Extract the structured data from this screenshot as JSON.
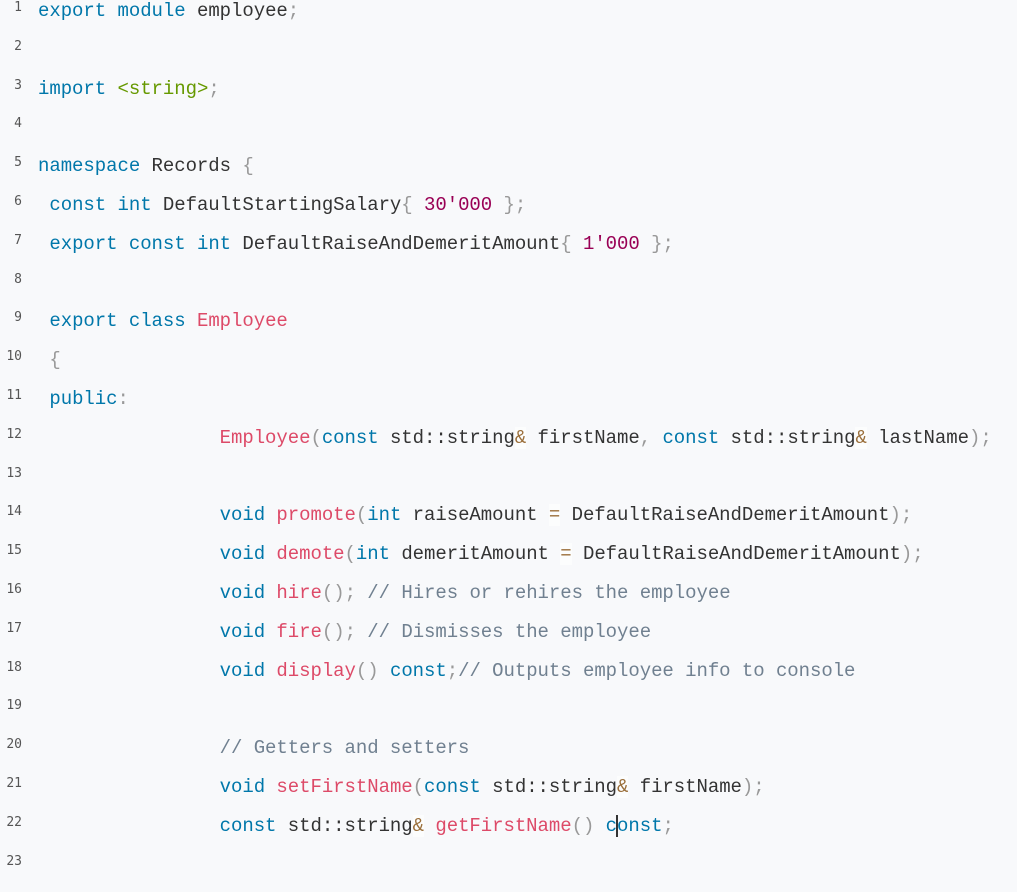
{
  "editor": {
    "cursor_line": 22,
    "lines": [
      {
        "n": "1",
        "indent": 0,
        "tokens": [
          [
            "k",
            "export"
          ],
          [
            "t",
            " "
          ],
          [
            "k",
            "module"
          ],
          [
            "t",
            " employee"
          ],
          [
            "p",
            ";"
          ]
        ]
      },
      {
        "n": "2",
        "indent": 0,
        "tokens": []
      },
      {
        "n": "3",
        "indent": 0,
        "tokens": [
          [
            "k",
            "import"
          ],
          [
            "t",
            " "
          ],
          [
            "s",
            "<string>"
          ],
          [
            "p",
            ";"
          ]
        ]
      },
      {
        "n": "4",
        "indent": 0,
        "tokens": []
      },
      {
        "n": "5",
        "indent": 0,
        "tokens": [
          [
            "k",
            "namespace"
          ],
          [
            "t",
            " Records "
          ],
          [
            "p",
            "{"
          ]
        ]
      },
      {
        "n": "6",
        "indent": 1,
        "tokens": [
          [
            "k",
            "const"
          ],
          [
            "t",
            " "
          ],
          [
            "k",
            "int"
          ],
          [
            "t",
            " DefaultStartingSalary"
          ],
          [
            "p",
            "{"
          ],
          [
            "t",
            " "
          ],
          [
            "n",
            "30'000"
          ],
          [
            "t",
            " "
          ],
          [
            "p",
            "}"
          ],
          [
            "p",
            ";"
          ]
        ]
      },
      {
        "n": "7",
        "indent": 1,
        "tokens": [
          [
            "k",
            "export"
          ],
          [
            "t",
            " "
          ],
          [
            "k",
            "const"
          ],
          [
            "t",
            " "
          ],
          [
            "k",
            "int"
          ],
          [
            "t",
            " DefaultRaiseAndDemeritAmount"
          ],
          [
            "p",
            "{"
          ],
          [
            "t",
            " "
          ],
          [
            "n",
            "1'000"
          ],
          [
            "t",
            " "
          ],
          [
            "p",
            "}"
          ],
          [
            "p",
            ";"
          ]
        ]
      },
      {
        "n": "8",
        "indent": 0,
        "tokens": []
      },
      {
        "n": "9",
        "indent": 1,
        "tokens": [
          [
            "k",
            "export"
          ],
          [
            "t",
            " "
          ],
          [
            "k",
            "class"
          ],
          [
            "t",
            " "
          ],
          [
            "f",
            "Employee"
          ]
        ]
      },
      {
        "n": "10",
        "indent": 1,
        "tokens": [
          [
            "p",
            "{"
          ]
        ]
      },
      {
        "n": "11",
        "indent": 1,
        "tokens": [
          [
            "k",
            "public"
          ],
          [
            "p",
            ":"
          ]
        ]
      },
      {
        "n": "12",
        "indent": 16,
        "tokens": [
          [
            "f",
            "Employee"
          ],
          [
            "p",
            "("
          ],
          [
            "k",
            "const"
          ],
          [
            "t",
            " std::string"
          ],
          [
            "o",
            "&"
          ],
          [
            "t",
            " firstName"
          ],
          [
            "p",
            ","
          ],
          [
            "t",
            " "
          ],
          [
            "k",
            "const"
          ],
          [
            "t",
            " std::string"
          ],
          [
            "o",
            "&"
          ],
          [
            "t",
            " lastName"
          ],
          [
            "p",
            ")"
          ],
          [
            "p",
            ";"
          ]
        ]
      },
      {
        "n": "13",
        "indent": 0,
        "tokens": []
      },
      {
        "n": "14",
        "indent": 16,
        "tokens": [
          [
            "k",
            "void"
          ],
          [
            "t",
            " "
          ],
          [
            "f",
            "promote"
          ],
          [
            "p",
            "("
          ],
          [
            "k",
            "int"
          ],
          [
            "t",
            " raiseAmount "
          ],
          [
            "o",
            "="
          ],
          [
            "t",
            " DefaultRaiseAndDemeritAmount"
          ],
          [
            "p",
            ")"
          ],
          [
            "p",
            ";"
          ]
        ]
      },
      {
        "n": "15",
        "indent": 16,
        "tokens": [
          [
            "k",
            "void"
          ],
          [
            "t",
            " "
          ],
          [
            "f",
            "demote"
          ],
          [
            "p",
            "("
          ],
          [
            "k",
            "int"
          ],
          [
            "t",
            " demeritAmount "
          ],
          [
            "o",
            "="
          ],
          [
            "t",
            " DefaultRaiseAndDemeritAmount"
          ],
          [
            "p",
            ")"
          ],
          [
            "p",
            ";"
          ]
        ]
      },
      {
        "n": "16",
        "indent": 16,
        "tokens": [
          [
            "k",
            "void"
          ],
          [
            "t",
            " "
          ],
          [
            "f",
            "hire"
          ],
          [
            "p",
            "()"
          ],
          [
            "p",
            ";"
          ],
          [
            "t",
            " "
          ],
          [
            "c",
            "// Hires or rehires the employee"
          ]
        ]
      },
      {
        "n": "17",
        "indent": 16,
        "tokens": [
          [
            "k",
            "void"
          ],
          [
            "t",
            " "
          ],
          [
            "f",
            "fire"
          ],
          [
            "p",
            "()"
          ],
          [
            "p",
            ";"
          ],
          [
            "t",
            " "
          ],
          [
            "c",
            "// Dismisses the employee"
          ]
        ]
      },
      {
        "n": "18",
        "indent": 16,
        "tokens": [
          [
            "k",
            "void"
          ],
          [
            "t",
            " "
          ],
          [
            "f",
            "display"
          ],
          [
            "p",
            "()"
          ],
          [
            "t",
            " "
          ],
          [
            "k",
            "const"
          ],
          [
            "p",
            ";"
          ],
          [
            "c",
            "// Outputs employee info to console"
          ]
        ]
      },
      {
        "n": "19",
        "indent": 0,
        "tokens": []
      },
      {
        "n": "20",
        "indent": 16,
        "tokens": [
          [
            "c",
            "// Getters and setters"
          ]
        ]
      },
      {
        "n": "21",
        "indent": 16,
        "tokens": [
          [
            "k",
            "void"
          ],
          [
            "t",
            " "
          ],
          [
            "f",
            "setFirstName"
          ],
          [
            "p",
            "("
          ],
          [
            "k",
            "const"
          ],
          [
            "t",
            " std::string"
          ],
          [
            "o",
            "&"
          ],
          [
            "t",
            " firstName"
          ],
          [
            "p",
            ")"
          ],
          [
            "p",
            ";"
          ]
        ]
      },
      {
        "n": "22",
        "indent": 16,
        "tokens": [
          [
            "k",
            "const"
          ],
          [
            "t",
            " std::string"
          ],
          [
            "o",
            "&"
          ],
          [
            "t",
            " "
          ],
          [
            "f",
            "getFirstName"
          ],
          [
            "p",
            "()"
          ],
          [
            "t",
            " "
          ],
          [
            "k",
            "c"
          ],
          [
            "caret",
            ""
          ],
          [
            "k",
            "onst"
          ],
          [
            "p",
            ";"
          ]
        ]
      },
      {
        "n": "23",
        "indent": 0,
        "tokens": []
      }
    ]
  }
}
